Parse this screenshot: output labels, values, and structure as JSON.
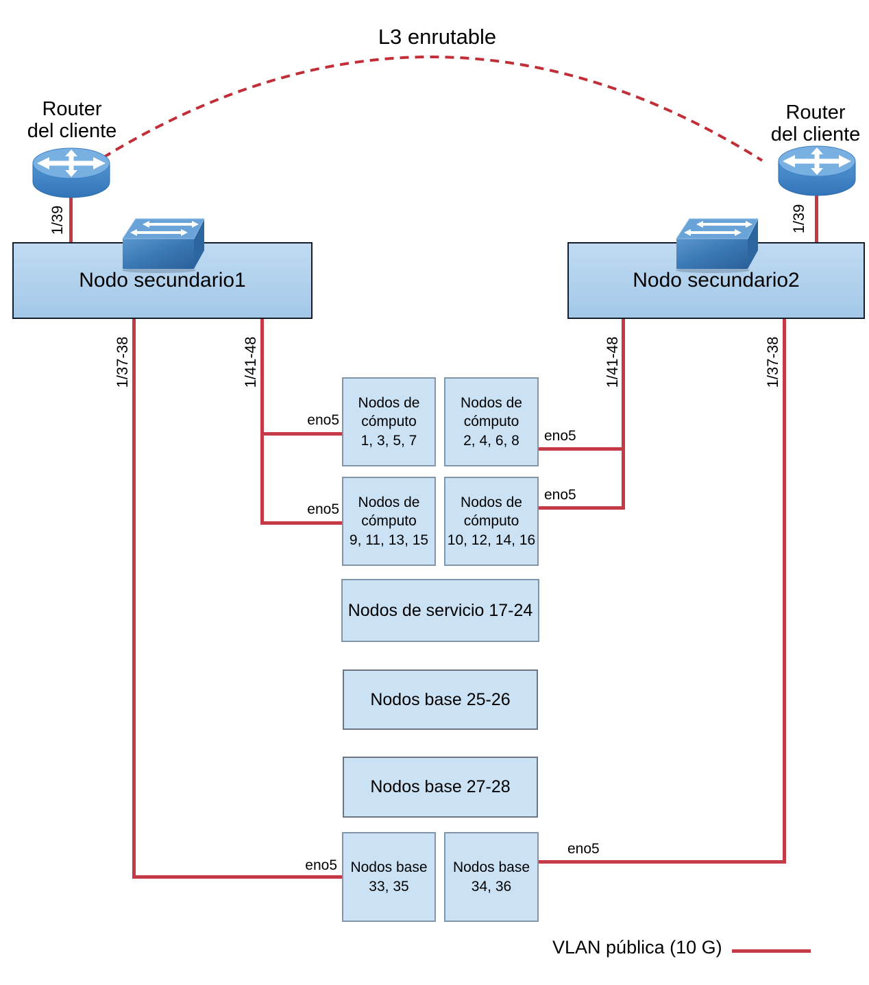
{
  "title": "L3 enrutable",
  "colors": {
    "line-red": "#c43b47",
    "arc-red": "#c22e38",
    "box-fill": "#cbe1f4",
    "node-fill-top": "#c0dbf2",
    "node-fill-bottom": "#a3c8e8",
    "node-border": "#141e2a",
    "small-border": "#8096a8",
    "mid-border": "#6b7680"
  },
  "routers": {
    "left": {
      "line1": "Router",
      "line2": "del cliente"
    },
    "right": {
      "line1": "Router",
      "line2": "del cliente"
    }
  },
  "switches": {
    "node1": "Nodo secundario1",
    "node2": "Nodo secundario2"
  },
  "ports": {
    "left_router": "1/39",
    "right_router": "1/39",
    "node1_public": "1/37-38",
    "node1_compute": "1/41-48",
    "node2_compute": "1/41-48",
    "node2_public": "1/37-38"
  },
  "interface_labels": {
    "compute_left_top": "eno5",
    "compute_left_bottom": "eno5",
    "compute_right_top": "eno5",
    "compute_right_bottom": "eno5",
    "base_left": "eno5",
    "base_right": "eno5"
  },
  "nodes": {
    "compute": [
      {
        "lines": [
          "Nodos de",
          "cómputo",
          "1, 3, 5, 7"
        ]
      },
      {
        "lines": [
          "Nodos de",
          "cómputo",
          "2, 4, 6, 8"
        ]
      },
      {
        "lines": [
          "Nodos de",
          "cómputo",
          "9, 11, 13, 15"
        ]
      },
      {
        "lines": [
          "Nodos de",
          "cómputo",
          "10, 12, 14, 16"
        ]
      }
    ],
    "service": "Nodos de servicio 17-24",
    "base_25_26": "Nodos base 25-26",
    "base_27_28": "Nodos base 27-28",
    "base_bottom": [
      {
        "lines": [
          "Nodos base",
          "33, 35"
        ]
      },
      {
        "lines": [
          "Nodos base",
          "34, 36"
        ]
      }
    ]
  },
  "legend": {
    "label": "VLAN pública (10 G)"
  }
}
